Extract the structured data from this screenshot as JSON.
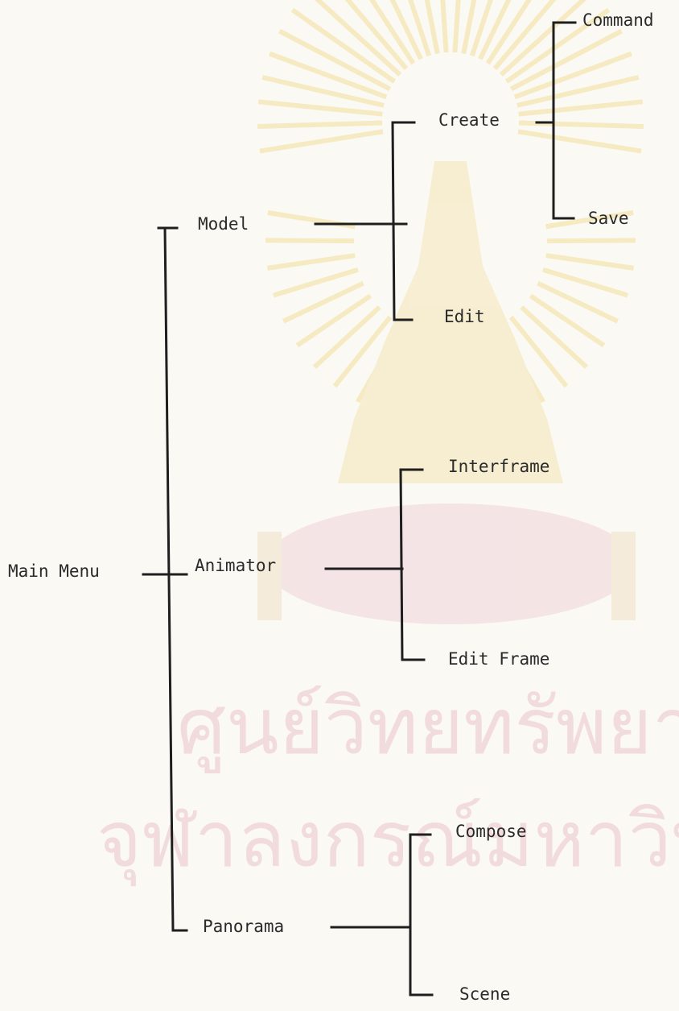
{
  "diagram": {
    "root": "Main Menu",
    "level1": [
      "Model",
      "Animator",
      "Panorama"
    ],
    "model_children": [
      "Create",
      "Edit"
    ],
    "create_children": [
      "Command",
      "Save"
    ],
    "animator_children": [
      "Interframe",
      "Edit Frame"
    ],
    "panorama_children": [
      "Compose",
      "Scene"
    ]
  },
  "watermark": {
    "line1": "ศูนย์วิทยทรัพยากร",
    "line2": "จุฬาลงกรณ์มหาวิทยาลัย"
  },
  "colors": {
    "ink": "#1e1e1e",
    "watermark_gold": "#f3df9c",
    "watermark_pink": "#f0d6da"
  }
}
